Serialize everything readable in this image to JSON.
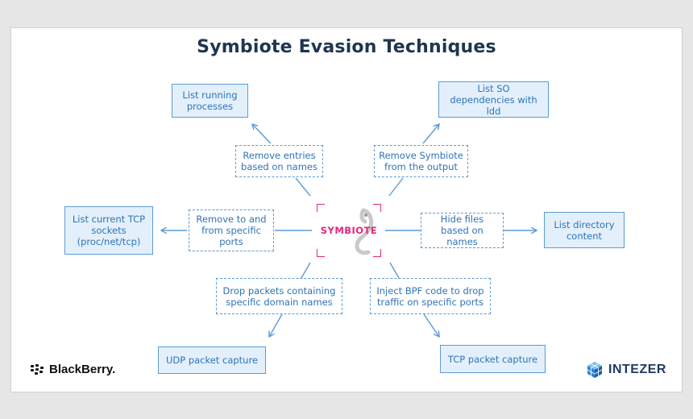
{
  "title": "Symbiote Evasion Techniques",
  "center": {
    "label": "SYMBIOTE",
    "icon": "symbiote-mascot-icon"
  },
  "outer_boxes": {
    "processes": "List running processes",
    "ldd": "List SO dependencies with ldd",
    "tcp_sockets": "List current TCP sockets (proc/net/tcp)",
    "directory": "List directory content",
    "udp_capture": "UDP packet capture",
    "tcp_capture": "TCP packet capture"
  },
  "techniques": {
    "remove_entries": "Remove entries based on names",
    "remove_symbiote": "Remove Symbiote from the output",
    "remove_ports": "Remove to and from specific ports",
    "hide_files": "Hide files based on names",
    "drop_packets": "Drop packets containing specific domain names",
    "inject_bpf": "Inject BPF code to drop traffic on specific ports"
  },
  "logos": {
    "left": "BlackBerry.",
    "right": "INTEZER"
  },
  "colors": {
    "title": "#1f3550",
    "box_border": "#5b9bd5",
    "box_fill": "#e3f0fb",
    "box_text": "#2f73b8",
    "accent": "#e5267b"
  }
}
